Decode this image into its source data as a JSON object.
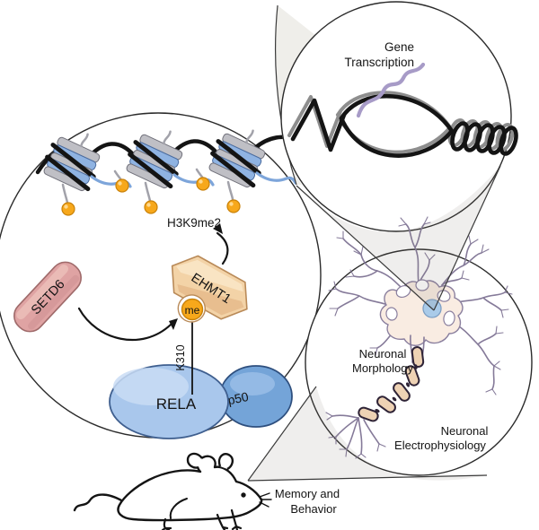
{
  "figure": {
    "type": "scientific-mechanism-diagram",
    "mechanism_panel": {
      "histone_mark_label": "H3K9me2",
      "setd6_label": "SETD6",
      "ehmt1_label": "EHMT1",
      "methyl_label": "me",
      "lysine_site_label": "K310",
      "rela_label": "RELA",
      "p50_label": "p50"
    },
    "transcription_panel": {
      "caption_line1": "Gene",
      "caption_line2": "Transcription"
    },
    "neuron_panel": {
      "morphology_caption_line1": "Neuronal",
      "morphology_caption_line2": "Morphology",
      "electrophysiology_caption_line1": "Neuronal",
      "electrophysiology_caption_line2": "Electrophysiology"
    },
    "mouse_panel": {
      "caption_line1": "Memory and",
      "caption_line2": "Behavior"
    },
    "colors": {
      "background": "#ffffff",
      "outline": "#2b2b2b",
      "setd6_fill": "#dfa3a3",
      "setd6_border": "#9f6a6a",
      "ehmt1_fill": "#f3d3a7",
      "ehmt1_border": "#b98a58",
      "methyl_fill": "#f7a81b",
      "methyl_border": "#c9820a",
      "methyl_text": "#7a2e00",
      "rela_fill": "#a9c7ec",
      "rela_border": "#3f5f8f",
      "p50_fill": "#74a4d8",
      "protein_text": "#1c2c4e",
      "nucleosome_blue": "#8fb3e2",
      "nucleosome_gray": "#bfbfc5",
      "dna_black": "#141414",
      "dna_gray": "#8e8e8e",
      "rna_purple": "#a79bc7",
      "neuron_line": "#857a99",
      "soma_fill": "#f9ece2",
      "nucleus_fill": "#aacbe9",
      "myelin_fill": "#eed2b4",
      "cone_fill": "#f0efec"
    }
  }
}
